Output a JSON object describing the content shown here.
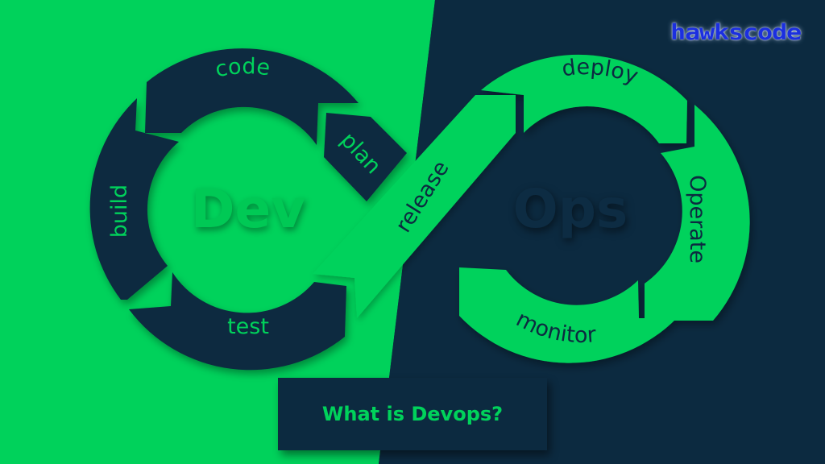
{
  "brand": {
    "name": "hawkscode",
    "color": "#1B2FE0"
  },
  "colors": {
    "green": "#00D25B",
    "dark": "#0C2A40"
  },
  "diagram": {
    "type": "devops-infinity-loop",
    "dev": {
      "center_label": "Dev",
      "stages": [
        {
          "label": "code"
        },
        {
          "label": "build"
        },
        {
          "label": "test"
        },
        {
          "label": "plan"
        }
      ]
    },
    "bridge": {
      "label": "release"
    },
    "ops": {
      "center_label": "Ops",
      "stages": [
        {
          "label": "deploy"
        },
        {
          "label": "Operate"
        },
        {
          "label": "monitor"
        }
      ]
    }
  },
  "title": {
    "text": "What is Devops?"
  }
}
